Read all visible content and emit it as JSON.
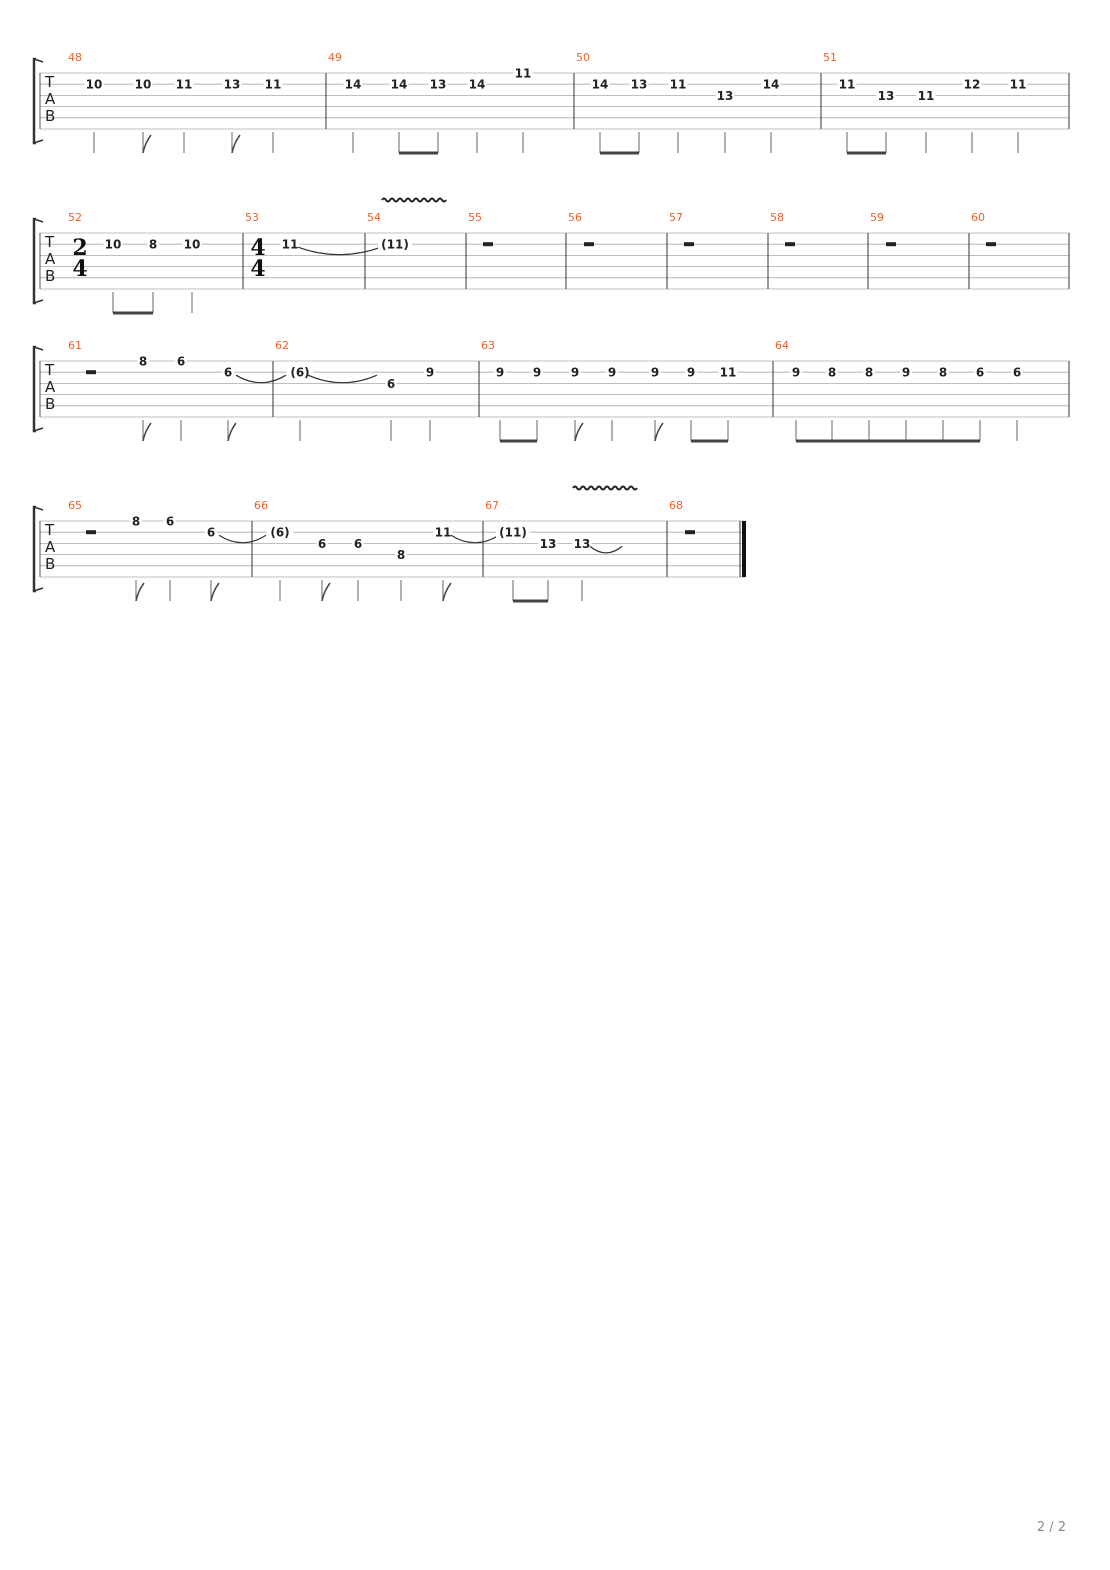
{
  "tab_label": [
    "T",
    "A",
    "B"
  ],
  "page_number": "2 / 2",
  "systems": [
    {
      "measures": [
        {
          "number": "48",
          "notes": [
            {
              "fret": "10",
              "string": 2,
              "stem": "plain"
            },
            {
              "fret": "10",
              "string": 2,
              "stem": "flag"
            },
            {
              "fret": "11",
              "string": 2,
              "stem": "plain"
            },
            {
              "fret": "13",
              "string": 2,
              "stem": "flag"
            },
            {
              "fret": "11",
              "string": 2,
              "stem": "plain"
            }
          ]
        },
        {
          "number": "49",
          "notes": [
            {
              "fret": "14",
              "string": 2,
              "stem": "plain"
            },
            {
              "fret": "14",
              "string": 2,
              "stem": "beam"
            },
            {
              "fret": "13",
              "string": 2,
              "stem": "beam"
            },
            {
              "fret": "14",
              "string": 2,
              "stem": "plain"
            },
            {
              "fret": "11",
              "string": 1,
              "stem": "plain"
            }
          ]
        },
        {
          "number": "50",
          "notes": [
            {
              "fret": "14",
              "string": 2,
              "stem": "beam"
            },
            {
              "fret": "13",
              "string": 2,
              "stem": "beam"
            },
            {
              "fret": "11",
              "string": 2,
              "stem": "plain"
            },
            {
              "fret": "13",
              "string": 3,
              "stem": "plain"
            },
            {
              "fret": "14",
              "string": 2,
              "stem": "plain"
            }
          ]
        },
        {
          "number": "51",
          "notes": [
            {
              "fret": "11",
              "string": 2,
              "stem": "beam"
            },
            {
              "fret": "13",
              "string": 3,
              "stem": "beam"
            },
            {
              "fret": "11",
              "string": 3,
              "stem": "plain"
            },
            {
              "fret": "12",
              "string": 2,
              "stem": "plain"
            },
            {
              "fret": "11",
              "string": 2,
              "stem": "plain"
            }
          ]
        }
      ]
    },
    {
      "measures": [
        {
          "number": "52",
          "time_signature": [
            "2",
            "4"
          ],
          "notes": [
            {
              "fret": "10",
              "string": 2,
              "stem": "beam"
            },
            {
              "fret": "8",
              "string": 2,
              "stem": "beam"
            },
            {
              "fret": "10",
              "string": 2,
              "stem": "plain"
            }
          ]
        },
        {
          "number": "53",
          "time_signature": [
            "4",
            "4"
          ],
          "notes": [
            {
              "fret": "11",
              "string": 2,
              "stem": "none",
              "tie": true
            }
          ]
        },
        {
          "number": "54",
          "vibrato": true,
          "notes": [
            {
              "fret": "(11)",
              "string": 2,
              "stem": "none"
            }
          ]
        },
        {
          "number": "55",
          "rest": true,
          "notes": []
        },
        {
          "number": "56",
          "rest": true,
          "notes": []
        },
        {
          "number": "57",
          "rest": true,
          "notes": []
        },
        {
          "number": "58",
          "rest": true,
          "notes": []
        },
        {
          "number": "59",
          "rest": true,
          "notes": []
        },
        {
          "number": "60",
          "rest": true,
          "notes": []
        }
      ]
    },
    {
      "measures": [
        {
          "number": "61",
          "rest": true,
          "notes": [
            {
              "fret": "8",
              "string": 1,
              "stem": "flag"
            },
            {
              "fret": "6",
              "string": 1,
              "stem": "plain"
            },
            {
              "fret": "6",
              "string": 2,
              "stem": "flag",
              "tie": true
            }
          ]
        },
        {
          "number": "62",
          "notes": [
            {
              "fret": "(6)",
              "string": 2,
              "stem": "plain",
              "tie": true
            },
            {
              "fret": "6",
              "string": 3,
              "stem": "beam"
            },
            {
              "fret": "9",
              "string": 2,
              "stem": "plain"
            }
          ]
        },
        {
          "number": "63",
          "notes": [
            {
              "fret": "9",
              "string": 2,
              "stem": "beam"
            },
            {
              "fret": "9",
              "string": 2,
              "stem": "beam"
            },
            {
              "fret": "9",
              "string": 2,
              "stem": "flag"
            },
            {
              "fret": "9",
              "string": 2,
              "stem": "plain"
            },
            {
              "fret": "9",
              "string": 2,
              "stem": "flag"
            },
            {
              "fret": "9",
              "string": 2,
              "stem": "beam"
            },
            {
              "fret": "11",
              "string": 2,
              "stem": "beam"
            }
          ]
        },
        {
          "number": "64",
          "notes": [
            {
              "fret": "9",
              "string": 2,
              "stem": "beam"
            },
            {
              "fret": "8",
              "string": 2,
              "stem": "beam"
            },
            {
              "fret": "8",
              "string": 2,
              "stem": "beam"
            },
            {
              "fret": "9",
              "string": 2,
              "stem": "beam"
            },
            {
              "fret": "8",
              "string": 2,
              "stem": "beam"
            },
            {
              "fret": "6",
              "string": 2,
              "stem": "beam"
            },
            {
              "fret": "6",
              "string": 2,
              "stem": "plain"
            }
          ]
        }
      ]
    },
    {
      "measures": [
        {
          "number": "65",
          "rest": true,
          "notes": [
            {
              "fret": "8",
              "string": 1,
              "stem": "flag"
            },
            {
              "fret": "6",
              "string": 1,
              "stem": "plain"
            },
            {
              "fret": "6",
              "string": 2,
              "stem": "flag",
              "tie": true
            }
          ]
        },
        {
          "number": "66",
          "notes": [
            {
              "fret": "(6)",
              "string": 2,
              "stem": "plain"
            },
            {
              "fret": "6",
              "string": 3,
              "stem": "flag"
            },
            {
              "fret": "6",
              "string": 3,
              "stem": "plain"
            },
            {
              "fret": "8",
              "string": 4,
              "stem": "plain"
            },
            {
              "fret": "11",
              "string": 2,
              "stem": "flag",
              "tie": true
            }
          ]
        },
        {
          "number": "67",
          "vibrato": true,
          "notes": [
            {
              "fret": "(11)",
              "string": 2,
              "stem": "beam"
            },
            {
              "fret": "13",
              "string": 3,
              "stem": "beam"
            },
            {
              "fret": "13",
              "string": 3,
              "stem": "plain",
              "tie": true
            }
          ]
        },
        {
          "number": "68",
          "rest": true,
          "final": true,
          "notes": []
        }
      ]
    }
  ]
}
